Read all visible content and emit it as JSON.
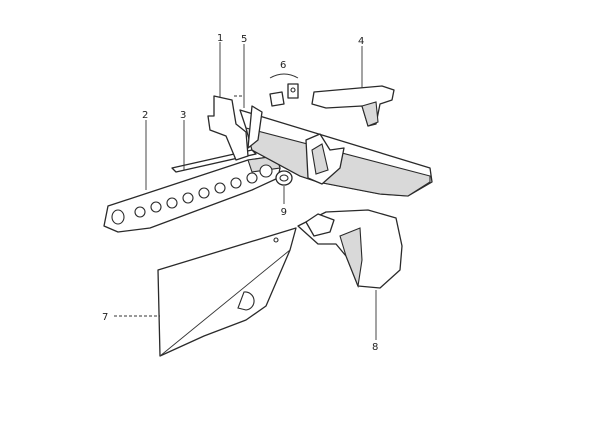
{
  "callouts": {
    "c1": "1",
    "c2": "2",
    "c3": "3",
    "c4": "4",
    "c5": "5",
    "c6a": "6",
    "c6b": "6",
    "c7": "7",
    "c8": "8"
  },
  "colors": {
    "line": "#2a2a2a",
    "shade": "#d9d9d9",
    "background": "#ffffff"
  }
}
